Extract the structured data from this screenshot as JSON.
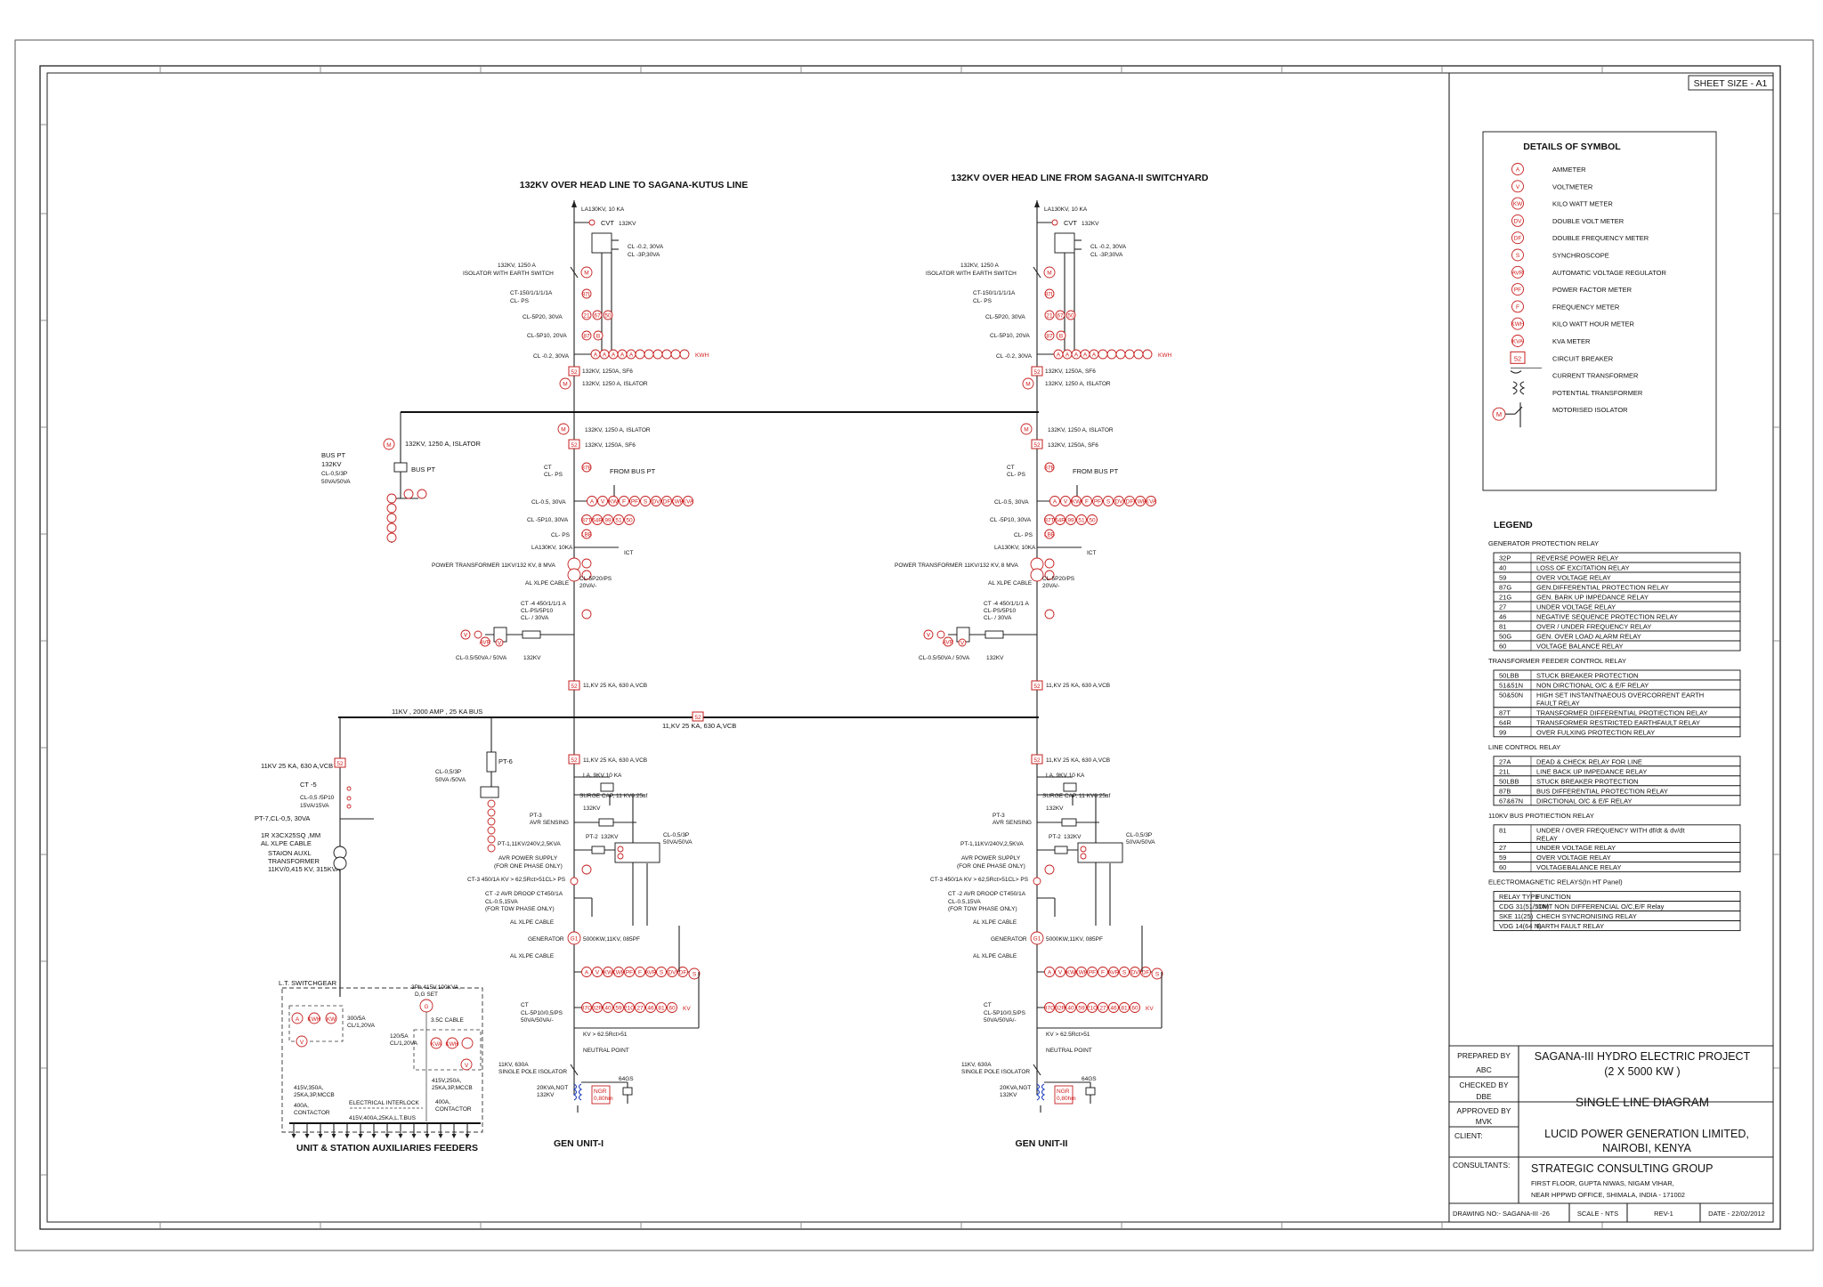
{
  "sheet_size": "SHEET SIZE - A1",
  "symbols": {
    "title": "DETAILS OF SYMBOL",
    "items": [
      {
        "code": "A",
        "label": "AMMETER"
      },
      {
        "code": "V",
        "label": "VOLTMETER"
      },
      {
        "code": "KW",
        "label": "KILO WATT METER"
      },
      {
        "code": "DV",
        "label": "DOUBLE VOLT METER"
      },
      {
        "code": "DF",
        "label": "DOUBLE FREQUENCY METER"
      },
      {
        "code": "S",
        "label": "SYNCHROSCOPE"
      },
      {
        "code": "AVR",
        "label": "AUTOMATIC VOLTAGE REGULATOR"
      },
      {
        "code": "PF",
        "label": "POWER FACTOR METER"
      },
      {
        "code": "F",
        "label": "FREQUENCY METER"
      },
      {
        "code": "KWH",
        "label": "KILO WATT HOUR METER"
      },
      {
        "code": "KVA",
        "label": "KVA METER"
      },
      {
        "code": "52",
        "label": "CIRCUIT BREAKER"
      },
      {
        "code": "",
        "label": "CURRENT TRANSFORMER"
      },
      {
        "code": "",
        "label": "POTENTIAL TRANSFORMER"
      },
      {
        "code": "M",
        "label": "MOTORISED ISOLATOR"
      }
    ]
  },
  "legend": {
    "title": "LEGEND",
    "groups": [
      {
        "heading": "GENERATOR PROTECTION RELAY",
        "rows": [
          [
            "32P",
            "REVERSE POWER RELAY"
          ],
          [
            "40",
            "LOSS OF EXCITATION RELAY"
          ],
          [
            "59",
            "OVER VOLTAGE RELAY"
          ],
          [
            "87G",
            "GEN.DIFFERENTIAL PROTECTION RELAY"
          ],
          [
            "21G",
            "GEN. BARK UP IMPEDANCE RELAY"
          ],
          [
            "27",
            "UNDER VOLTAGE RELAY"
          ],
          [
            "46",
            "NEGATIVE SEQUENCE PROTECTION RELAY"
          ],
          [
            "81",
            "OVER / UNDER FREQUENCY RELAY"
          ],
          [
            "50G",
            "GEN. OVER LOAD ALARM  RELAY"
          ],
          [
            "60",
            "VOLTAGE BALANCE RELAY"
          ]
        ]
      },
      {
        "heading": "TRANSFORMER FEEDER CONTROL RELAY",
        "rows": [
          [
            "50LBB",
            "STUCK BREAKER PROTECTION"
          ],
          [
            "51&51N",
            "NON DIRCTIONAL O/C & E/F RELAY"
          ],
          [
            "50&50N",
            "HIGH SET INSTANTNAEOUS OVERCORRENT EARTH FAULT RELAY"
          ],
          [
            "87T",
            "TRANSFORMER DIFFERENTIAL PROTIECTION RELAY"
          ],
          [
            "64R",
            "TRANSFORMER RESTRICTED EARTHFAULT RELAY"
          ],
          [
            "99",
            "OVER FULXING PROTECTION RELAY"
          ]
        ]
      },
      {
        "heading": "LINE CONTROL RELAY",
        "rows": [
          [
            "27A",
            "DEAD & CHECK RELAY FOR LINE"
          ],
          [
            "21L",
            "LINE BACK UP IMPEDANCE RELAY"
          ],
          [
            "50LBB",
            "STUCK BREAKER PROTECTION"
          ],
          [
            "87B",
            "BUS DIFFERENTIAL PROTECTION RELAY"
          ],
          [
            "67&67N",
            "DIRCTIONAL O/C & E/F RELAY"
          ]
        ]
      },
      {
        "heading": "110KV BUS PROTIECTION RELAY",
        "rows": [
          [
            "81",
            "UNDER / OVER FREQUENCY WITH df/dt & dv/dt RELAY"
          ],
          [
            "27",
            "UNDER VOLTAGE RELAY"
          ],
          [
            "59",
            "OVER VOLTAGE RELAY"
          ],
          [
            "60",
            "VOLTAGEBALANCE RELAY"
          ]
        ]
      },
      {
        "heading": "ELECTROMAGNETIC RELAYS(In HT Panel)",
        "rows": [
          [
            "RELAY TYPE",
            "FUNCTION"
          ],
          [
            "CDG 31(51/51N)",
            "IDMT NON DIFFERENCIAL O/C,E/F Relay"
          ],
          [
            "SKE 11(25)",
            "CHECH SYNCRONISING RELAY"
          ],
          [
            "VDG 14(64 N)",
            "EARTH FAULT RELAY"
          ]
        ]
      }
    ]
  },
  "title_block": {
    "prepared_by_label": "PREPARED BY",
    "prepared_by": "ABC",
    "checked_by_label": "CHECKED BY",
    "checked_by": "DBE",
    "approved_by_label": "APPROVED BY",
    "approved_by": "MVK",
    "client_label": "CLIENT:",
    "consultants_label": "CONSULTANTS:",
    "project_line1": "SAGANA-III HYDRO ELECTRIC PROJECT",
    "project_line2": "(2 X 5000 KW )",
    "drawing_title": "SINGLE LINE DIAGRAM",
    "client_line1": "LUCID POWER GENERATION LIMITED,",
    "client_line2": "NAIROBI, KENYA",
    "consultant_name": "STRATEGIC CONSULTING GROUP",
    "consultant_addr1": "FIRST FLOOR, GUPTA NIWAS, NIGAM VIHAR,",
    "consultant_addr2": "NEAR HPPWD OFFICE, SHIMALA, INDIA - 171002",
    "drawing_no": "DRAWING NO:- SAGANA-III -26",
    "scale": "SCALE - NTS",
    "rev": "REV-1",
    "date": "DATE - 22/02/2012"
  },
  "diagram": {
    "line1_title": "132KV OVER HEAD LINE TO SAGANA-KUTUS LINE",
    "line2_title": "132KV OVER HEAD LINE FROM SAGANA-II SWITCHYARD",
    "feeder_labels": {
      "la": "LA130KV, 10 KA",
      "cvt": "CVT",
      "cvt_cl": "CL -0.2, 30VA",
      "cvt_cl2": "CL -3P,30VA",
      "iso1": "132KV, 1250 A",
      "iso2": "ISOLATOR WITH EARTH SWITCH",
      "ct_ratio": "CT-150/1/1/1/1A",
      "ct_ps": "CL- PS",
      "ct_5p20": "CL-5P20, 30VA",
      "ct_5p10": "CL-5P10, 20VA",
      "ct_02": "CL -0.2, 30VA",
      "cb1": "132KV, 1250A, SF6",
      "iso3": "132KV, 1250 A, ISLATOR"
    },
    "bay_labels": {
      "iso": "132KV, 1250 A, ISLATOR",
      "cb": "132KV, 1250A, SF6",
      "ct": "CT",
      "ct_ps": "CL- PS",
      "from_bus_pt": "FROM BUS  PT",
      "cl05": "CL-0.5, 30VA",
      "cl5p10": "CL -5P10, 30VA",
      "clps": "CL- PS",
      "la": "LA130KV, 10KA",
      "ict": "ICT",
      "ptx": "POWER TRANSFORMER 11KV/132 KV, 8 MVA",
      "cable": "AL XLPE CABLE",
      "ct5p20a": "CL-5P20/PS",
      "ct5p20b": "20VA/-",
      "ct4": "CT -4  450/1/1/1 A",
      "ct4b": "CL-PS/5P10",
      "ct4c": "CL- / 30VA",
      "ptcl": "CL-0.5/50VA / 50VA",
      "vcb": "11,KV 25 KA, 630 A,VCB",
      "la2": "LA, 9KV 10 KA",
      "surge": "SURGE CAP, 11 KV0.25uf",
      "pt3": "PT-3",
      "avr_sensing": "AVR SENSING",
      "pt2": "PT-2",
      "pt1": "PT-1,11KV/240V,2,5KVA",
      "avr_supply": "AVR POWER SUPPLY",
      "one_phase": "(FOR ONE PHASE ONLY)",
      "ct3": "CT-3 450/1A KV > 62,5Rct>51CL> PS",
      "ct2": "CT -2  AVR DROOP CT450/1A",
      "ct2b": "CL-0.5,15VA",
      "tow": "(FOR TOW PHASE ONLY)",
      "gen": "GENERATOR",
      "gen_rating": "5000KW,11KV, 085PF",
      "ctb": "CL-5P10/0,5/PS",
      "ctc": "50VA/50VA/-",
      "kv": "KV > 62.5Rct>51",
      "neutral": "NEUTRAL POINT",
      "spi1": "11KV, 630A",
      "spi2": "SINGLE POLE ISOLATOR",
      "ngt": "20KVA,NGT",
      "ngr": "NGR",
      "ngr2": "0,80hm",
      "gs": "64GS"
    },
    "bus11": "11KV , 2000 AMP , 25 KA BUS",
    "tie_vcb": "11,KV 25 KA, 630 A,VCB",
    "bus_pt": "BUS PT",
    "bus_pt_ratio": "132KV",
    "bus_pt_cl": "CL-0,5/3P",
    "bus_pt_va": "50VA/50VA",
    "bus_pt2": "BUS  PT",
    "aux_vcb": "11KV 25 KA, 630 A,VCB",
    "ct5": "CT -5",
    "ct5b": "CL-0,5 /5P10",
    "ct5c": "15VA/15VA",
    "pt7": "PT-7,CL-0,5, 30VA",
    "cable1": "1R X3CX25SQ ,MM",
    "cable2": "AL XLPE CABLE",
    "st1": "STAION AUXL",
    "st2": "TRANSFORMER",
    "st3": "11KV/0,415 KV, 315KVA",
    "pt6": "PT-6",
    "pt6b": "CL-0,5/3P",
    "pt6c": "50VA /50VA",
    "lt_switchgear": "L.T. SWITCHGEAR",
    "lt_a": "300/5A",
    "lt_b": "CL/1,20VA",
    "lt_c": "120/5A",
    "lt_d": "CL/1,20VA",
    "dg1": "3Ph,415V,100KVA,",
    "dg2": "D,G SET",
    "cable_lt": "3.5C CABLE",
    "mccb1": "415V,350A,",
    "mccb2": "25KA,3P,MCCB",
    "cont1": "400A,",
    "cont2": "CONTACTOR",
    "mccb3": "415V,250A,",
    "mccb4": "25KA,3P,MCCB",
    "interlock": "ELECTRICAL INTERLOCK",
    "lt_bus": "415V,400A,25KA,L.T.BUS",
    "aux_title": "UNIT & STATION AUXILIARIES FEEDERS",
    "gen1": "GEN UNIT-I",
    "gen2": "GEN UNIT-II"
  }
}
